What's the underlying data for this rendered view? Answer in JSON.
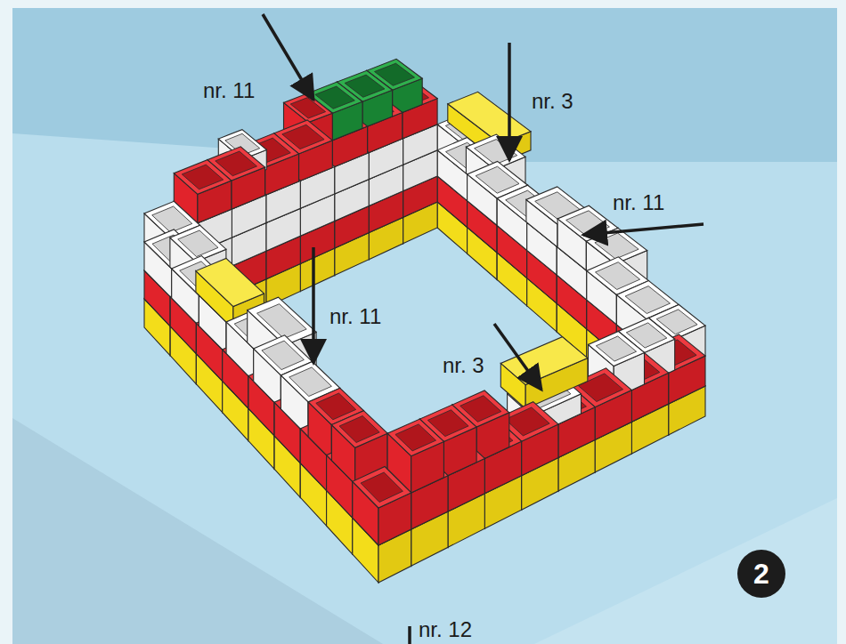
{
  "diagram": {
    "nodes": [
      {
        "text": [
          "2"
        ]
      }
    ],
    "labels": [
      "nr. 11",
      "nr. 3",
      "nr. 11",
      "nr. 11",
      "nr. 3",
      "nr. 12"
    ]
  }
}
